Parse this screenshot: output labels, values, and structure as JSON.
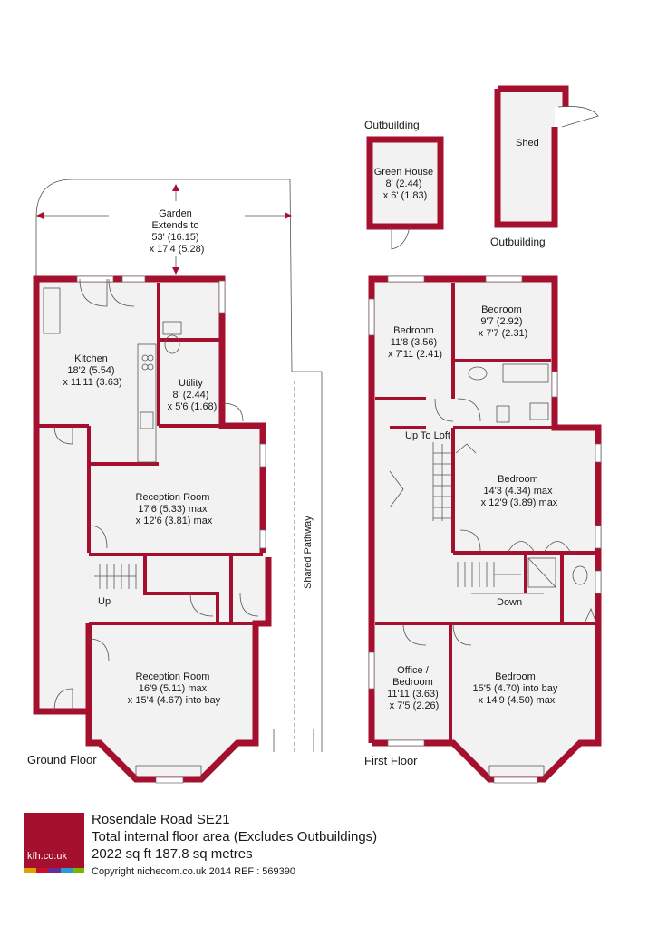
{
  "colors": {
    "wall": "#a4102e",
    "floor": "#f2f2f2",
    "brand": "#a4102e"
  },
  "labels": {
    "outbuilding_top": "Outbuilding",
    "outbuilding_bottom": "Outbuilding",
    "shed": "Shed",
    "greenhouse": [
      "Green House",
      "8' (2.44)",
      "x 6' (1.83)"
    ],
    "garden": [
      "Garden",
      "Extends to",
      "53' (16.15)",
      "x 17'4 (5.28)"
    ],
    "kitchen": [
      "Kitchen",
      "18'2 (5.54)",
      "x 11'11 (3.63)"
    ],
    "utility": [
      "Utility",
      "8' (2.44)",
      "x 5'6 (1.68)"
    ],
    "reception1": [
      "Reception Room",
      "17'6 (5.33) max",
      "x 12'6 (3.81) max"
    ],
    "reception2": [
      "Reception Room",
      "16'9 (5.11) max",
      "x 15'4 (4.67) into bay"
    ],
    "shared_pathway": "Shared Pathway",
    "up": "Up",
    "ground_floor": "Ground Floor",
    "bedroom_tl": [
      "Bedroom",
      "11'8 (3.56)",
      "x 7'11 (2.41)"
    ],
    "bedroom_tr": [
      "Bedroom",
      "9'7 (2.92)",
      "x 7'7 (2.31)"
    ],
    "up_to_loft": "Up To Loft",
    "bedroom_mid": [
      "Bedroom",
      "14'3 (4.34) max",
      "x 12'9 (3.89) max"
    ],
    "down": "Down",
    "office": [
      "Office /",
      "Bedroom",
      "11'11 (3.63)",
      "x 7'5 (2.26)"
    ],
    "bedroom_br": [
      "Bedroom",
      "15'5 (4.70) into bay",
      "x 14'9 (4.50) max"
    ],
    "first_floor": "First Floor"
  },
  "footer": {
    "logo_text": "kfh.co.uk",
    "logo_colors": [
      "#e0a000",
      "#c8102e",
      "#6b2c91",
      "#2a9ad6",
      "#7ab800"
    ],
    "address": "Rosendale Road  SE21",
    "area_line": "Total internal floor area (Excludes Outbuildings)",
    "area_value": "2022 sq ft 187.8 sq metres",
    "copyright": "Copyright nichecom.co.uk 2014    REF : 569390"
  }
}
